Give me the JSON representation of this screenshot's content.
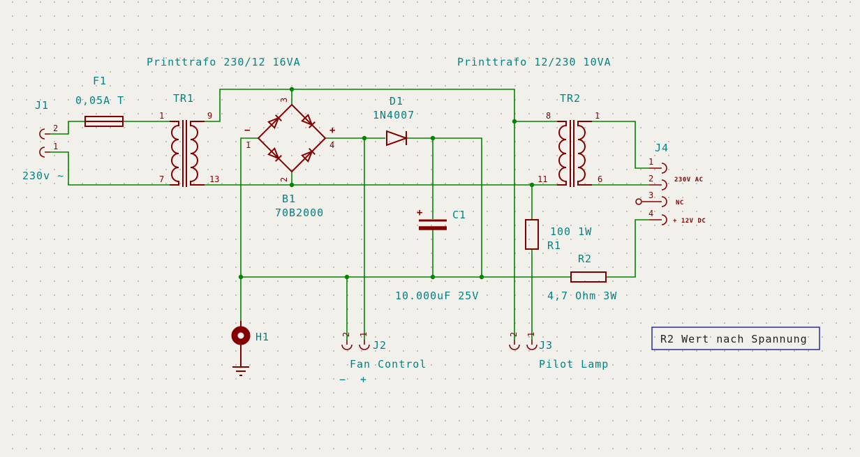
{
  "colors": {
    "background": "#f2f0ea",
    "grid_dot": "#bdbbb1",
    "wire_green": "#008400",
    "component_red": "#840000",
    "label_teal": "#008484",
    "note_border_blue": "#2929a3",
    "note_text": "#1f1f1f"
  },
  "titles": {
    "left": "Printtrafo 230/12 16VA",
    "right": "Printtrafo 12/230 10VA"
  },
  "components": {
    "j1": {
      "ref": "J1",
      "note": "230v ~",
      "pins": {
        "p2": "2",
        "p1": "1"
      }
    },
    "f1": {
      "ref": "F1",
      "value": "0,05A T"
    },
    "tr1": {
      "ref": "TR1",
      "pins": {
        "p1": "1",
        "p7": "7",
        "p9": "9",
        "p13": "13"
      }
    },
    "b1": {
      "ref": "B1",
      "value": "70B2000",
      "minus": "−",
      "plus": "+",
      "pins": {
        "p3": "3",
        "p1": "1",
        "p4": "4",
        "p2": "2"
      }
    },
    "d1": {
      "ref": "D1",
      "value": "1N4007"
    },
    "c1": {
      "ref": "C1",
      "value": "10.000uF 25V",
      "plus": "+"
    },
    "tr2": {
      "ref": "TR2",
      "pins": {
        "p8": "8",
        "p11": "11",
        "p1": "1",
        "p6": "6"
      }
    },
    "r1": {
      "ref": "R1",
      "value": "100 1W"
    },
    "r2": {
      "ref": "R2",
      "value": "4,7 Ohm 3W"
    },
    "h1": {
      "ref": "H1"
    },
    "j2": {
      "ref": "J2",
      "label": "Fan Control",
      "minus": "−",
      "plus": "+",
      "pins": {
        "p2": "2",
        "p1": "1"
      }
    },
    "j3": {
      "ref": "J3",
      "label": "Pilot Lamp",
      "pins": {
        "p2": "2",
        "p1": "1"
      }
    },
    "j4": {
      "ref": "J4",
      "pins": {
        "p1": "1",
        "p2": "2",
        "p3": "3",
        "p4": "4"
      },
      "pin_labels": {
        "ac": "230V AC",
        "nc": "NC",
        "dc": "+ 12V DC"
      }
    }
  },
  "note_box": {
    "text": "R2 Wert nach Spannung"
  }
}
